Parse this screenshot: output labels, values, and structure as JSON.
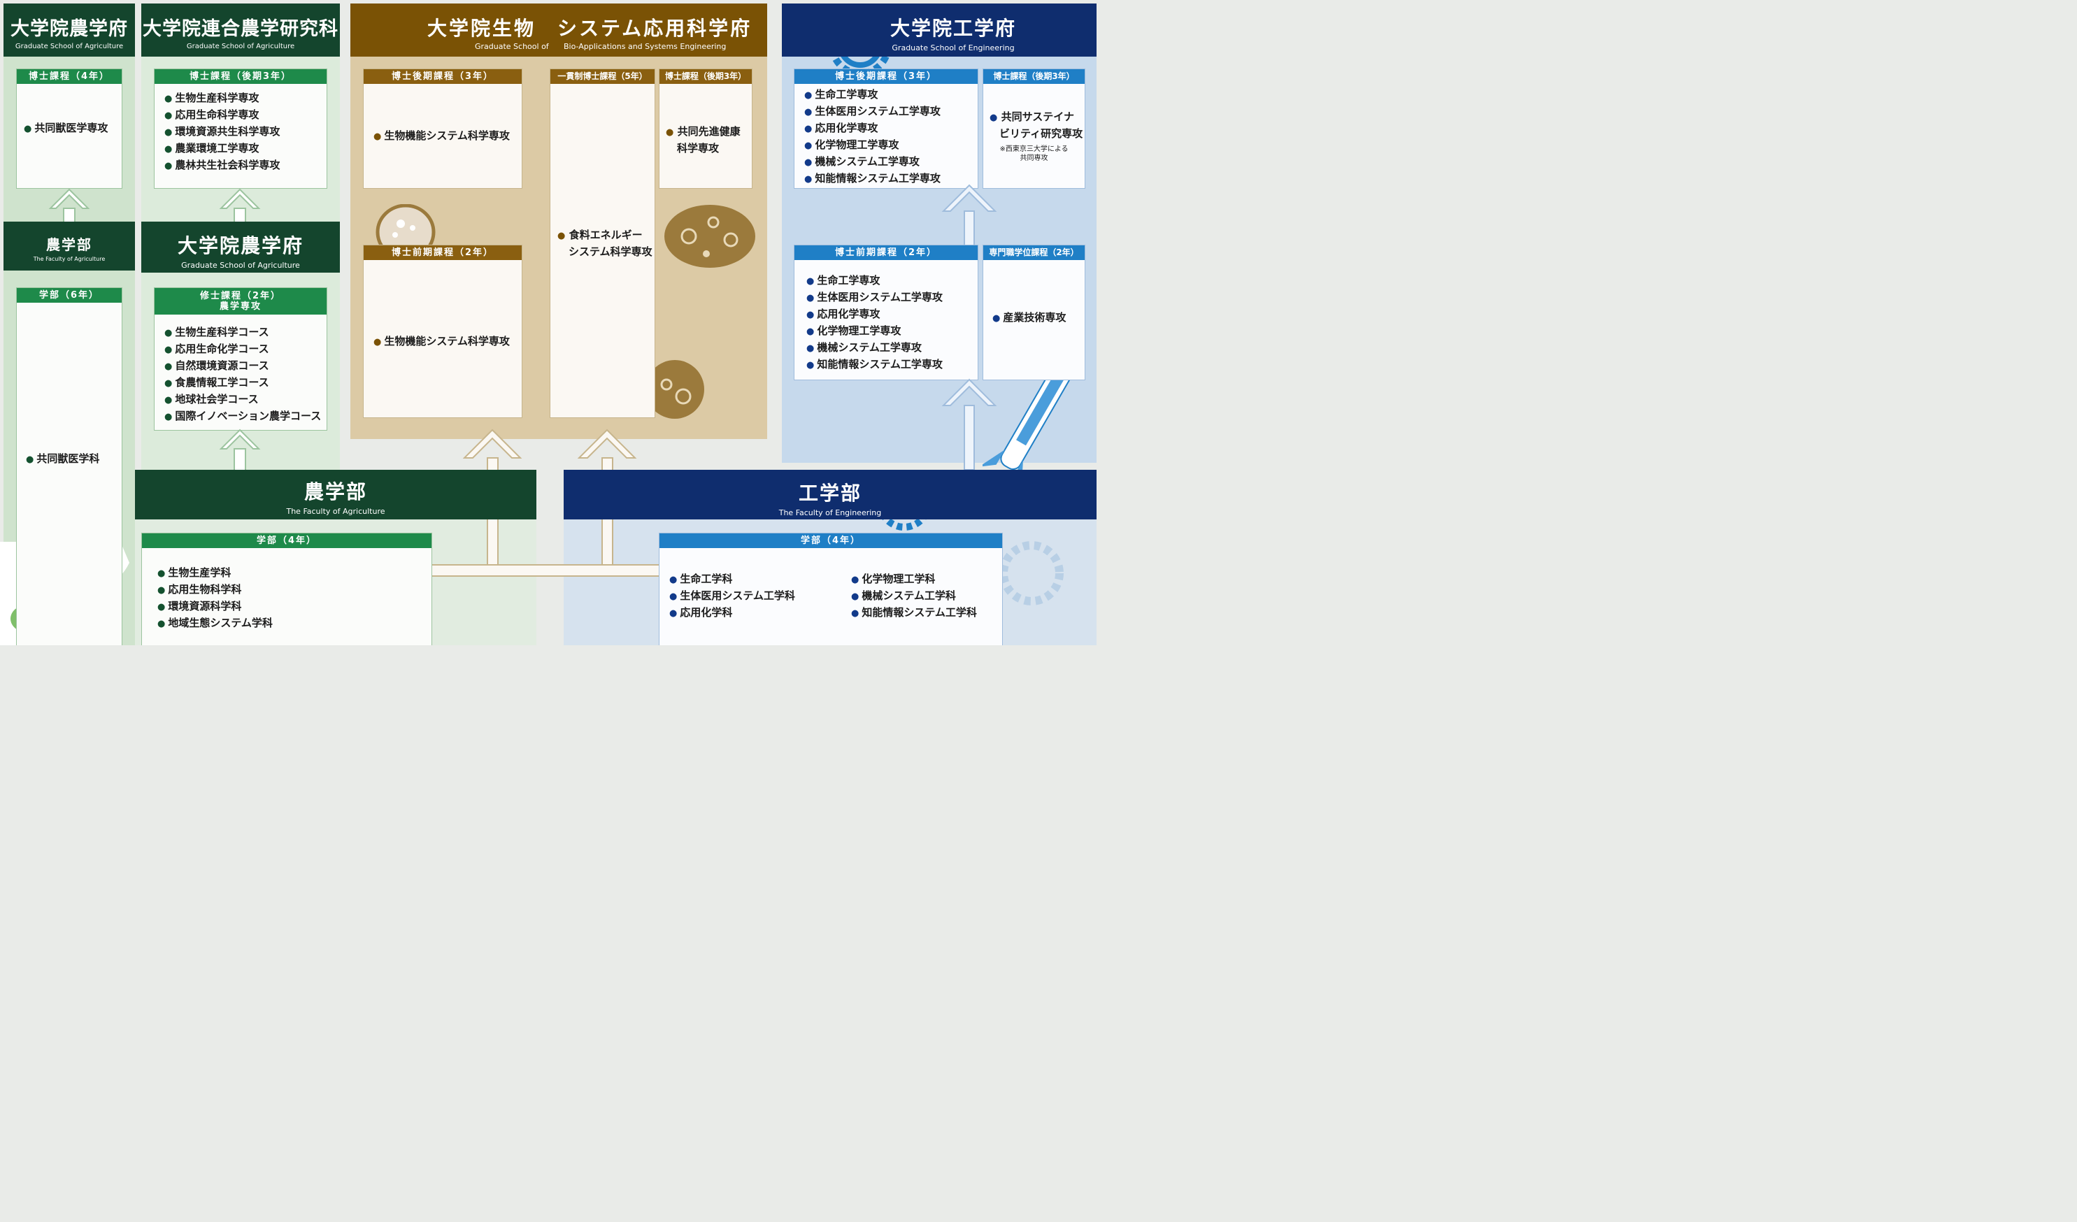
{
  "agri_grad_vet": {
    "title": "大学院農学府",
    "subtitle": "Graduate School of Agriculture",
    "course": "博士課程（4年）",
    "items": [
      "共同獣医学専攻"
    ]
  },
  "agri_united": {
    "title": "大学院連合農学研究科",
    "subtitle": "Graduate School of Agriculture",
    "course": "博士課程（後期3年）",
    "items": [
      "生物生産科学専攻",
      "応用生命科学専攻",
      "環境資源共生科学専攻",
      "農業環境工学専攻",
      "農林共生社会科学専攻"
    ]
  },
  "agri_faculty_small": {
    "title": "農学部",
    "subtitle": "The Faculty of Agriculture",
    "course": "学部（6年）",
    "items": [
      "共同獣医学科"
    ]
  },
  "agri_grad_master": {
    "title": "大学院農学府",
    "subtitle": "Graduate School of Agriculture",
    "course_line1": "修士課程（2年）",
    "course_line2": "農学専攻",
    "items": [
      "生物生産科学コース",
      "応用生命化学コース",
      "自然環境資源コース",
      "食農情報工学コース",
      "地球社会学コース",
      "国際イノベーション農学コース"
    ]
  },
  "bio": {
    "title": "大学院生物　システム応用科学府",
    "subtitle_left": "Graduate School of",
    "subtitle_right": "Bio-Applications and Systems Engineering",
    "doctor_late": {
      "course": "博士後期課程（3年）",
      "items": [
        "生物機能システム科学専攻"
      ]
    },
    "integrated": {
      "course": "一貫制博士課程（5年）",
      "items": [
        "食料エネルギー",
        "システム科学専攻"
      ]
    },
    "doctor_joint": {
      "course": "博士課程（後期3年）",
      "items": [
        "共同先進健康",
        "科学専攻"
      ]
    },
    "master": {
      "course": "博士前期課程（2年）",
      "items": [
        "生物機能システム科学専攻"
      ]
    }
  },
  "eng": {
    "title": "大学院工学府",
    "subtitle": "Graduate School of Engineering",
    "doctor_late": {
      "course": "博士後期課程（3年）",
      "items": [
        "生命工学専攻",
        "生体医用システム工学専攻",
        "応用化学専攻",
        "化学物理工学専攻",
        "機械システム工学専攻",
        "知能情報システム工学専攻"
      ]
    },
    "doctor_joint": {
      "course": "博士課程（後期3年）",
      "items": [
        "共同サステイナ",
        "ビリティ研究専攻"
      ],
      "note_line1": "※西東京三大学による",
      "note_line2": "共同専攻"
    },
    "master": {
      "course": "博士前期課程（2年）",
      "items": [
        "生命工学専攻",
        "生体医用システム工学専攻",
        "応用化学専攻",
        "化学物理工学専攻",
        "機械システム工学専攻",
        "知能情報システム工学専攻"
      ]
    },
    "professional": {
      "course": "専門職学位課程（2年）",
      "items": [
        "産業技術専攻"
      ]
    }
  },
  "agri_faculty": {
    "title": "農学部",
    "subtitle": "The Faculty of Agriculture",
    "course": "学部（4年）",
    "items": [
      "生物生産学科",
      "応用生物科学科",
      "環境資源科学科",
      "地域生態システム学科"
    ]
  },
  "eng_faculty": {
    "title": "工学部",
    "subtitle": "The Faculty of Engineering",
    "course": "学部（4年）",
    "items_left": [
      "生命工学科",
      "生体医用システム工学科",
      "応用化学科"
    ],
    "items_right": [
      "化学物理工学科",
      "機械システム工学科",
      "知能情報システム工学科"
    ]
  },
  "colors": {
    "agri_dark": "#14452d",
    "agri_caption": "#1e8a4a",
    "bio_dark": "#7a5205",
    "bio_caption": "#8a5f10",
    "eng_dark": "#0f2d6e",
    "eng_caption": "#1f7fc6"
  }
}
